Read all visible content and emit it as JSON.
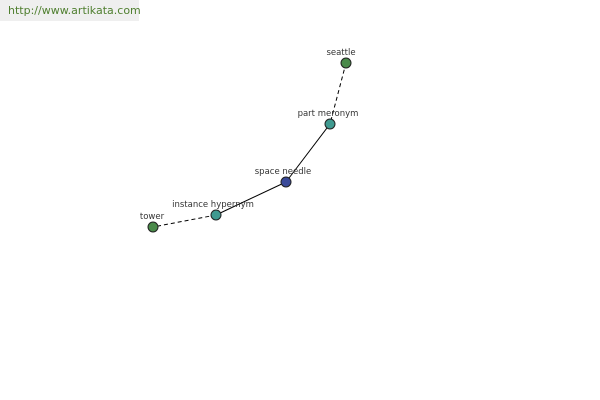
{
  "site": {
    "url": "http://www.artikata.com",
    "url_color": "#4f7f2f",
    "banner_color": "#efefef"
  },
  "graph": {
    "nodes": [
      {
        "id": "seattle",
        "label": "seattle",
        "color": "#4a8a4a"
      },
      {
        "id": "part-meronym",
        "label": "part meronym",
        "color": "#3f9a90"
      },
      {
        "id": "space-needle",
        "label": "space needle",
        "color": "#3a4a9a"
      },
      {
        "id": "instance-hypernym",
        "label": "instance hypernym",
        "color": "#3f9a90"
      },
      {
        "id": "tower",
        "label": "tower",
        "color": "#4a8a4a"
      }
    ],
    "edges": [
      {
        "from": "seattle",
        "to": "part-meronym",
        "style": "dashed"
      },
      {
        "from": "part-meronym",
        "to": "space-needle",
        "style": "solid"
      },
      {
        "from": "space-needle",
        "to": "instance-hypernym",
        "style": "solid"
      },
      {
        "from": "instance-hypernym",
        "to": "tower",
        "style": "dashed"
      }
    ]
  }
}
